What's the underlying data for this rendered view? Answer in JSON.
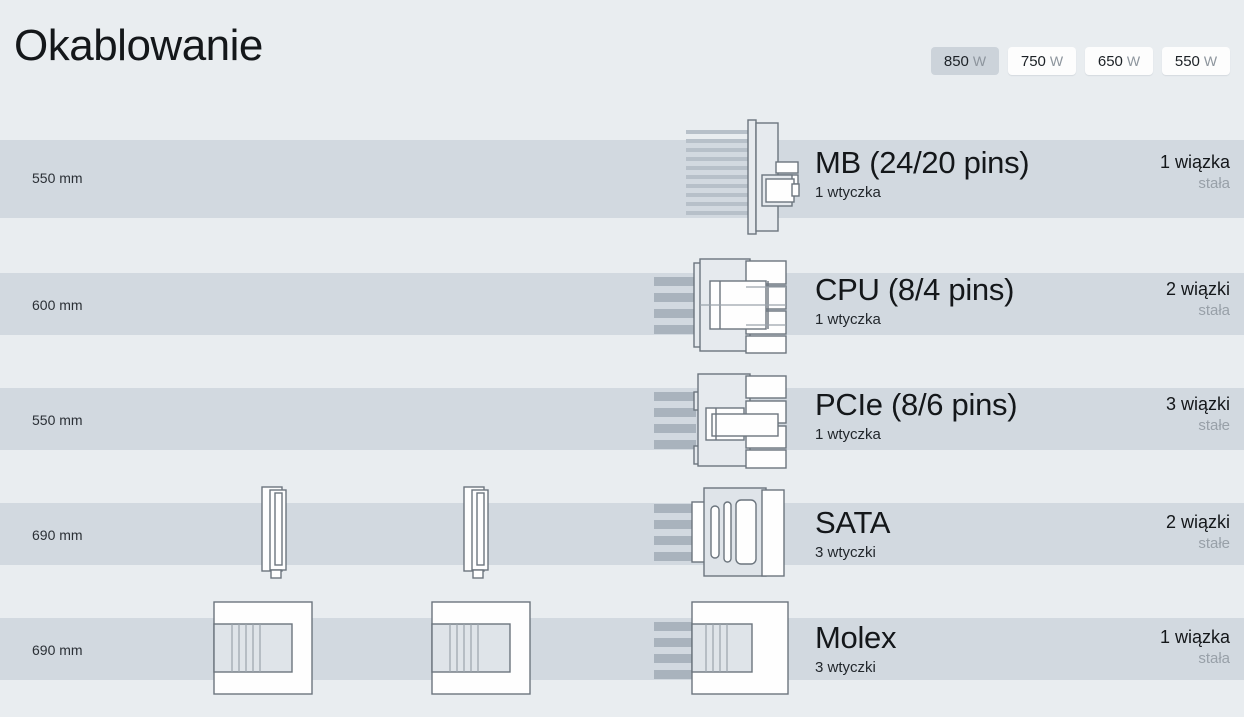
{
  "header": {
    "title": "Okablowanie",
    "wattage_options": [
      {
        "value": "850",
        "unit": "W",
        "active": true
      },
      {
        "value": "750",
        "unit": "W",
        "active": false
      },
      {
        "value": "650",
        "unit": "W",
        "active": false
      },
      {
        "value": "550",
        "unit": "W",
        "active": false
      }
    ]
  },
  "colors": {
    "page_background": "#e9edf0",
    "cable_bar": "#d2d9e0",
    "active_button": "#ccd3da",
    "button": "#fdfdfd",
    "text_primary": "#14171a",
    "text_muted": "#98a0a8",
    "wire": "#a9b3bd",
    "outline": "#6c757e"
  },
  "cables": [
    {
      "length": "550 mm",
      "title": "MB (24/20 pins)",
      "plugs": "1 wtyczka",
      "count": "1 wiązka",
      "mode": "stała",
      "connector": "mb-24pin",
      "inline_connectors": 0
    },
    {
      "length": "600 mm",
      "title": "CPU (8/4 pins)",
      "plugs": "1 wtyczka",
      "count": "2 wiązki",
      "mode": "stała",
      "connector": "cpu-8pin",
      "inline_connectors": 0
    },
    {
      "length": "550 mm",
      "title": "PCIe (8/6 pins)",
      "plugs": "1 wtyczka",
      "count": "3 wiązki",
      "mode": "stałe",
      "connector": "pcie-8pin",
      "inline_connectors": 0
    },
    {
      "length": "690 mm",
      "title": "SATA",
      "plugs": "3 wtyczki",
      "count": "2 wiązki",
      "mode": "stałe",
      "connector": "sata",
      "inline_connectors": 2
    },
    {
      "length": "690 mm",
      "title": "Molex",
      "plugs": "3 wtyczki",
      "count": "1 wiązka",
      "mode": "stała",
      "connector": "molex",
      "inline_connectors": 2
    }
  ]
}
